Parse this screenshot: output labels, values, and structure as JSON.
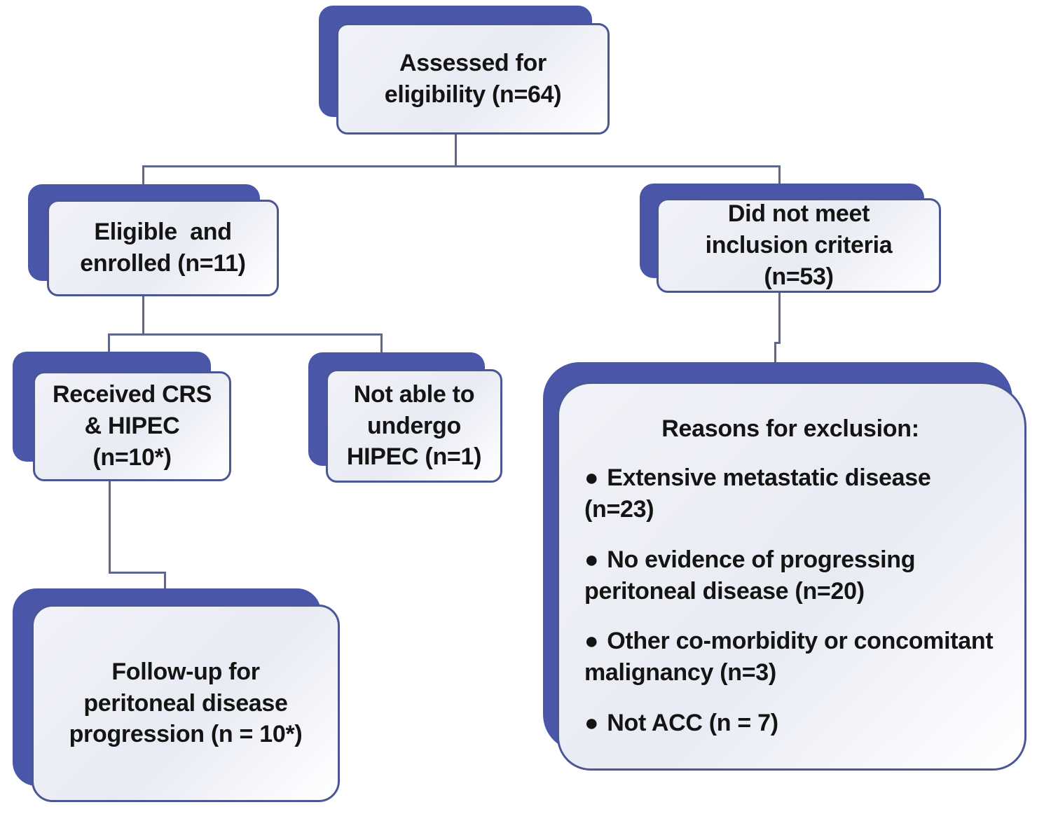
{
  "flow": {
    "assessed": {
      "label": "Assessed for\neligibility (n=64)"
    },
    "eligible_enrolled": {
      "label": "Eligible  and\nenrolled (n=11)"
    },
    "did_not_meet": {
      "label": "Did not meet\ninclusion criteria\n(n=53)"
    },
    "received_crs_hipec": {
      "label": "Received CRS\n& HIPEC\n(n=10*)"
    },
    "not_able_hipec": {
      "label": "Not able to\nundergo\nHIPEC (n=1)"
    },
    "followup": {
      "label": "Follow-up for\nperitoneal disease\nprogression (n = 10*)"
    },
    "exclusion": {
      "heading": "Reasons for exclusion:",
      "bullet_glyph": "●",
      "items": [
        "Extensive metastatic disease (n=23)",
        "No evidence of progressing peritoneal disease (n=20)",
        "Other co-morbidity or concomitant  malignancy (n=3)",
        "Not ACC (n = 7)"
      ]
    }
  },
  "counts": {
    "assessed_for_eligibility": 64,
    "eligible_and_enrolled": 11,
    "did_not_meet_inclusion_criteria": 53,
    "received_crs_and_hipec": "10*",
    "not_able_to_undergo_hipec": 1,
    "followup_peritoneal_progression": "10*",
    "exclusion_extensive_metastatic_disease": 23,
    "exclusion_no_progressing_peritoneal_disease": 20,
    "exclusion_comorbidity_or_concomitant_malignancy": 3,
    "exclusion_not_acc": 7
  },
  "colors": {
    "shadow_blue": "#4a57a9",
    "box_border": "#4b5694",
    "connector": "#5f6888",
    "text_color": "#141414",
    "page_bg": "#ffffff"
  }
}
